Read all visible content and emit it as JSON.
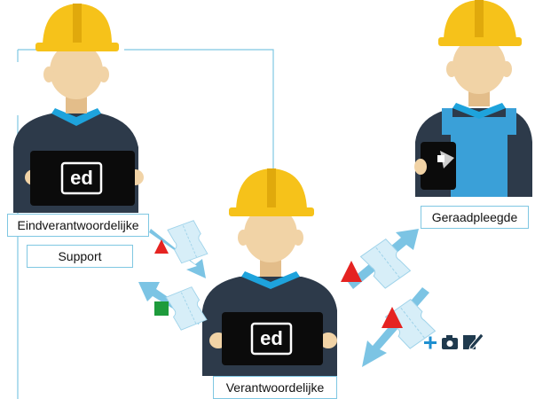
{
  "labels": {
    "eindverantwoordelijke": "Eindverantwoordelijke",
    "support": "Support",
    "geraadpleegde": "Geraadpleegde",
    "verantwoordelijke": "Verantwoordelijke"
  },
  "laptop_logo_text": "ed",
  "colors": {
    "helmet": "#f6c21a",
    "helmet_shade": "#e0a90c",
    "skin": "#f1d3a6",
    "skin_shade": "#e3bd8a",
    "jacket": "#2d3a4a",
    "collar": "#1ea3dc",
    "overall": "#3aa0d8",
    "laptop": "#0b0b0b",
    "arrow_blue": "#7cc4e4",
    "ticket_blue": "#d7eef8",
    "triangle_red": "#e52321",
    "square_green": "#1e9b3c",
    "connector_line": "#7fc7e2",
    "icon_blue": "#1e8fd0",
    "icon_dark": "#1f3a4e"
  },
  "icons": [
    "plus-icon",
    "camera-icon",
    "edit-icon",
    "red-triangle-icon",
    "green-square-icon",
    "ticket-icon"
  ]
}
